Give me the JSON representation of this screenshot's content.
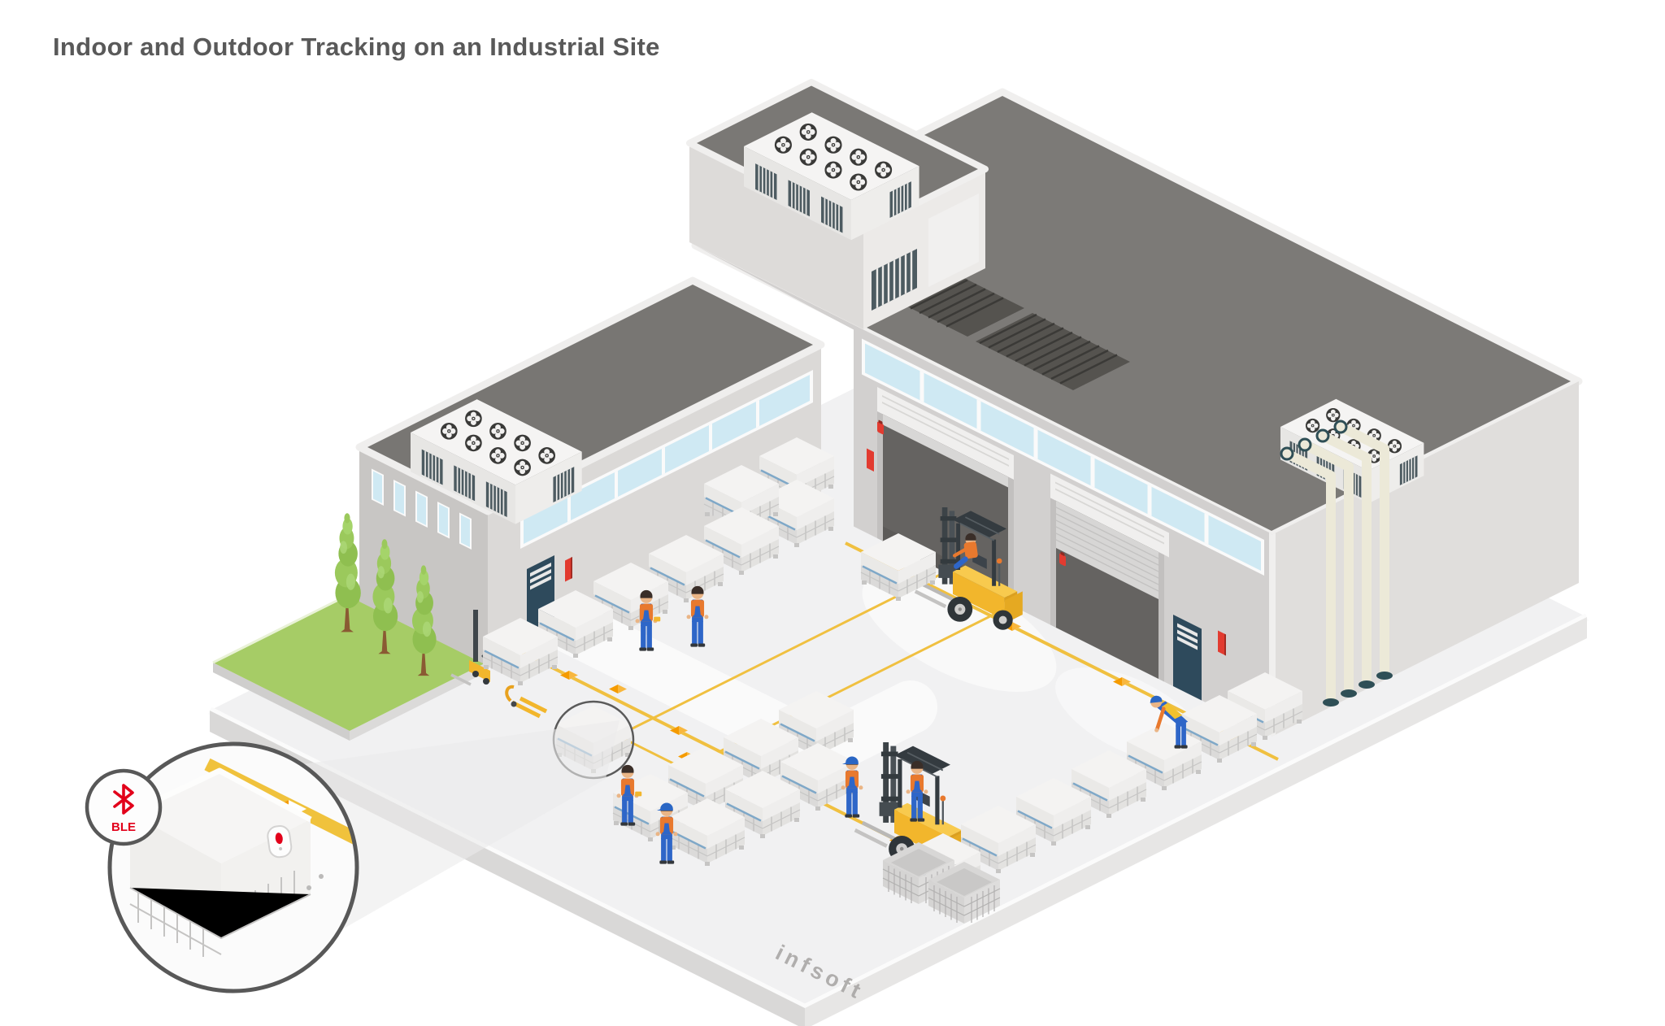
{
  "title": "Indoor and Outdoor Tracking on an Industrial Site",
  "watermark": "infsoft",
  "magnifier": {
    "badge": {
      "icon": "bluetooth-icon",
      "label": "BLE"
    },
    "subject": "ble-beacon-on-pallet-cage"
  },
  "colors": {
    "accent_yellow": "#F0C040",
    "safety_orange": "#F59B00",
    "ble_red": "#E2001A",
    "grass_green": "#A6CC66",
    "roof_gray": "#7C7A77",
    "wall_gray": "#D2D0CF",
    "window_blue": "#CFE9F3",
    "forklift_yellow": "#F2B62C",
    "worker_blue": "#2E66C8",
    "worker_orange": "#E8792E",
    "navy_door": "#2E4A5C",
    "pipe_cream": "#ECE9D8"
  }
}
